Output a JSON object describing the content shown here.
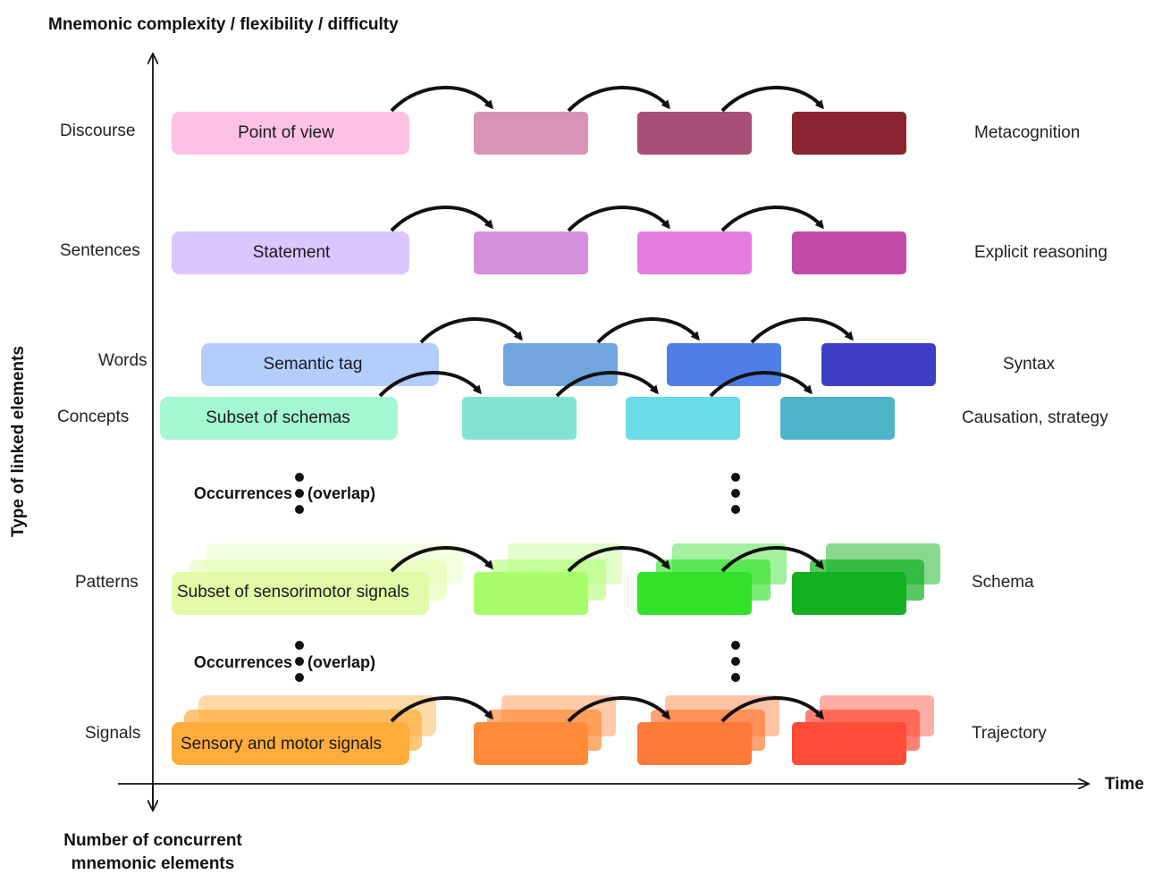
{
  "axes": {
    "y_top": "Mnemonic complexity / flexibility / difficulty",
    "y_side": "Type of linked elements",
    "y_bottom_line1": "Number of concurrent",
    "y_bottom_line2": "mnemonic elements",
    "x": "Time"
  },
  "rows": {
    "discourse": {
      "left": "Discourse",
      "right": "Metacognition",
      "first_box": "Point of view",
      "colors": [
        "#ffc1e3",
        "#d894b6",
        "#a94f76",
        "#8b2430"
      ]
    },
    "sentences": {
      "left": "Sentences",
      "right": "Explicit reasoning",
      "first_box": "Statement",
      "colors": [
        "#dcc6ff",
        "#d68fdc",
        "#e47ddd",
        "#c34aa6"
      ]
    },
    "words": {
      "left": "Words",
      "right": "Syntax",
      "first_box": "Semantic tag",
      "colors": [
        "#b3cdfc",
        "#72a5de",
        "#4f7fe6",
        "#3f3fc6"
      ]
    },
    "concepts": {
      "left": "Concepts",
      "right": "Causation, strategy",
      "first_box": "Subset of schemas",
      "colors": [
        "#a4f7d3",
        "#84e3d0",
        "#6adbe7",
        "#4db3c8"
      ]
    },
    "patterns": {
      "left": "Patterns",
      "right": "Schema",
      "first_box": "Subset of sensorimotor signals",
      "colors": [
        "#e2fba8",
        "#aafd6a",
        "#33e02a",
        "#13b121"
      ]
    },
    "signals": {
      "left": "Signals",
      "right": "Trajectory",
      "first_box": "Sensory and motor signals",
      "colors": [
        "#ffac3c",
        "#ff8b39",
        "#ff7a39",
        "#ff4b37"
      ]
    }
  },
  "occurrences": {
    "upper_left": "Occurrences",
    "upper_right": "(overlap)",
    "lower_left": "Occurrences",
    "lower_right": "(overlap)"
  }
}
